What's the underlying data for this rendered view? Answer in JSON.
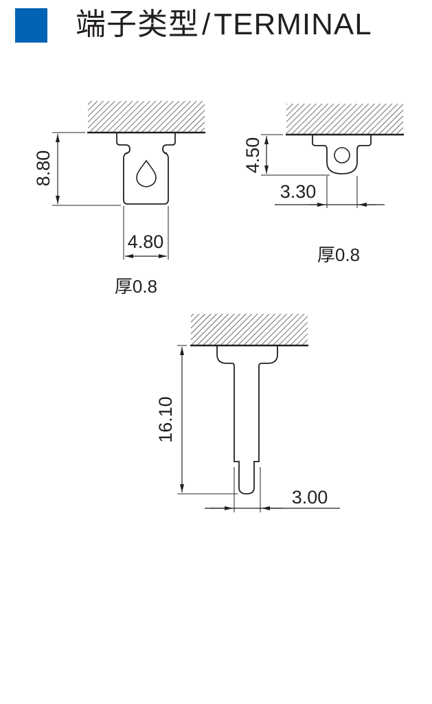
{
  "colors": {
    "accent": "#0063b4",
    "ink": "#231f20",
    "background": "#ffffff"
  },
  "header": {
    "title_cn": "端子类型",
    "separator": "/",
    "title_en": "TERMINAL"
  },
  "terminals": [
    {
      "height_label": "8.80",
      "width_label": "4.80",
      "thickness_label": "厚0.8"
    },
    {
      "height_label": "4.50",
      "width_label": "3.30",
      "thickness_label": "厚0.8"
    },
    {
      "height_label": "16.10",
      "width_label": "3.00"
    }
  ]
}
